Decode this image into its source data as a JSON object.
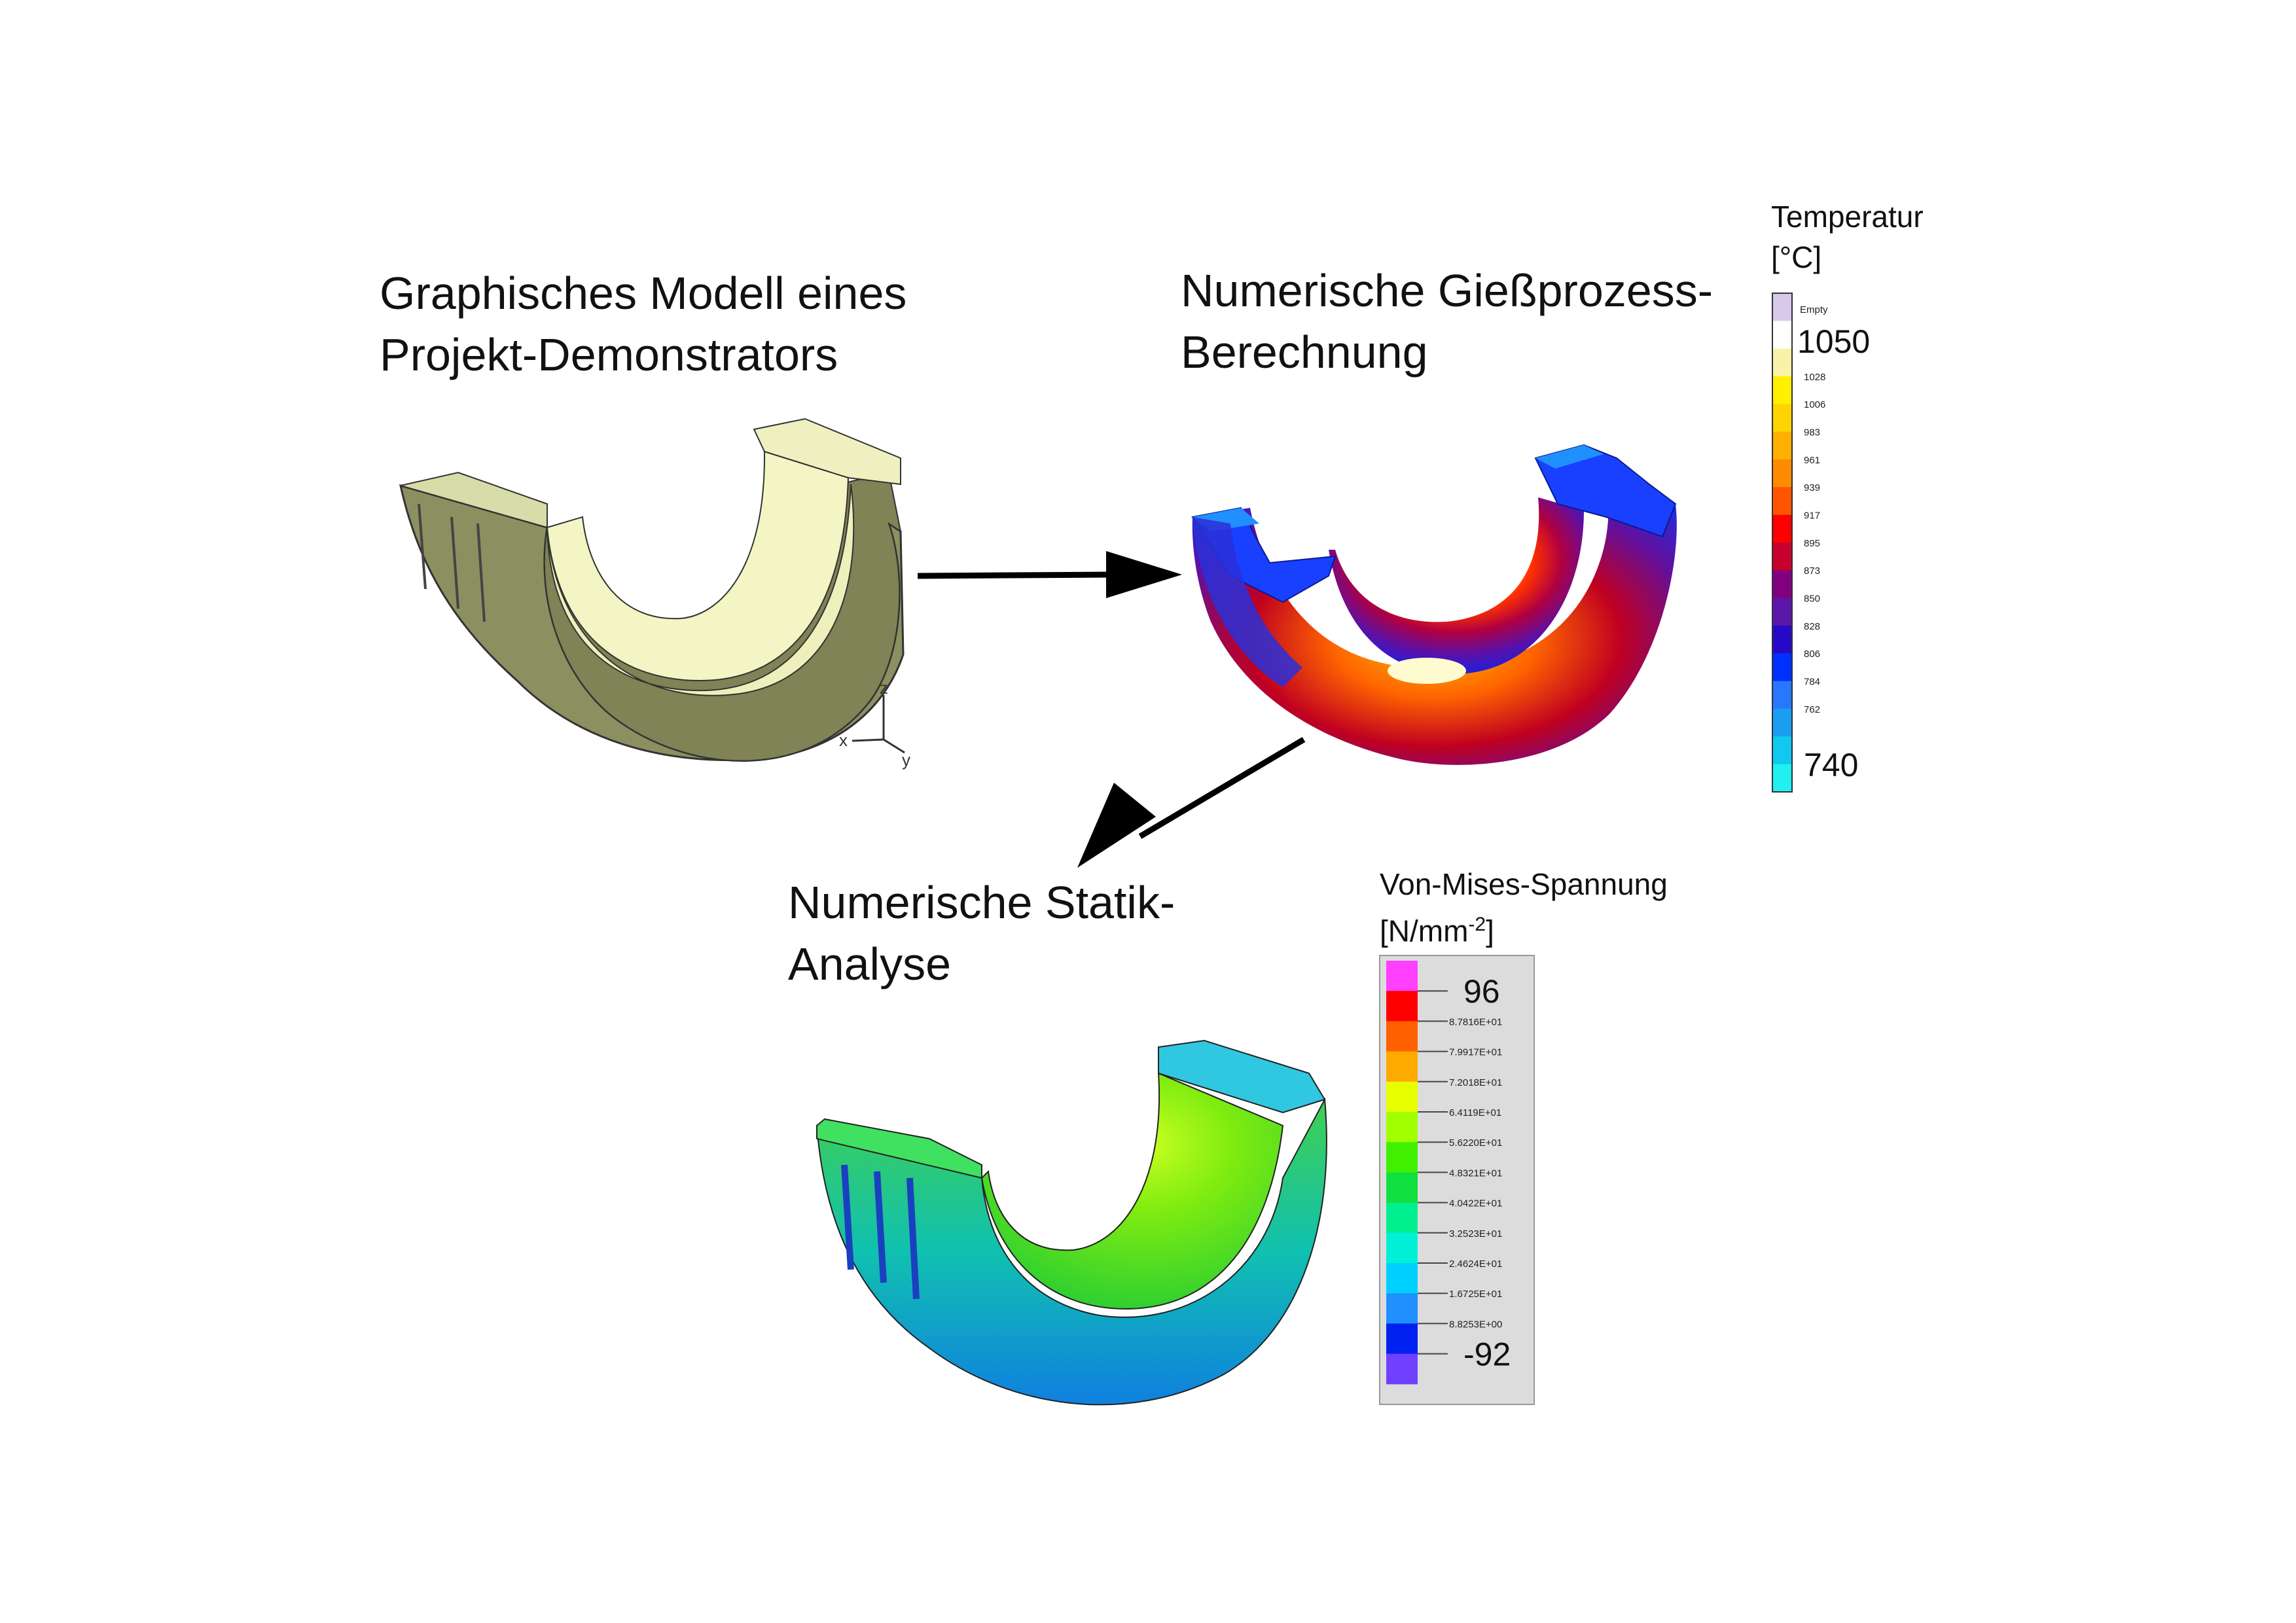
{
  "headings": {
    "model": [
      "Graphisches Modell eines",
      "Projekt-Demonstrators"
    ],
    "casting": [
      "Numerische Gießprozess-",
      "Berechnung"
    ],
    "statics": [
      "Numerische Statik-",
      "Analyse"
    ]
  },
  "temperature_legend": {
    "title_line1": "Temperatur",
    "title_line2": "[°C]",
    "empty_label": "Empty",
    "max_label": "1050",
    "min_label": "740",
    "ticks": [
      "1028",
      "1006",
      "983",
      "961",
      "939",
      "917",
      "895",
      "873",
      "850",
      "828",
      "806",
      "784",
      "762"
    ],
    "colors": [
      "#d7c8ec",
      "#fefefe",
      "#f8f3a6",
      "#fff000",
      "#ffd400",
      "#ffb000",
      "#ff8c00",
      "#ff5500",
      "#ff0000",
      "#c8002e",
      "#800080",
      "#5a16a8",
      "#2808c8",
      "#0030ff",
      "#2878ff",
      "#1a9ff0",
      "#10c8f0",
      "#20f0f0"
    ]
  },
  "stress_legend": {
    "title_line1": "Von-Mises-Spannung",
    "title_unit": "[N/mm",
    "title_exp": "-2",
    "title_close": "]",
    "max_label": "96",
    "min_label": "-92",
    "ticks": [
      "8.7816E+01",
      "7.9917E+01",
      "7.2018E+01",
      "6.4119E+01",
      "5.6220E+01",
      "4.8321E+01",
      "4.0422E+01",
      "3.2523E+01",
      "2.4624E+01",
      "1.6725E+01",
      "8.8253E+00"
    ],
    "colors": [
      "#ff40ff",
      "#ff0000",
      "#ff6000",
      "#ffaa00",
      "#e8ff00",
      "#a0ff00",
      "#40f000",
      "#10e040",
      "#00f090",
      "#00f0d8",
      "#00d0ff",
      "#2090ff",
      "#0020f0",
      "#7040ff"
    ]
  },
  "axis_triad": {
    "x": "x",
    "y": "y",
    "z": "z"
  },
  "colors": {
    "model_inner": "#f3f5c4",
    "model_outer": "#8c8f60",
    "arrow": "#000000"
  }
}
